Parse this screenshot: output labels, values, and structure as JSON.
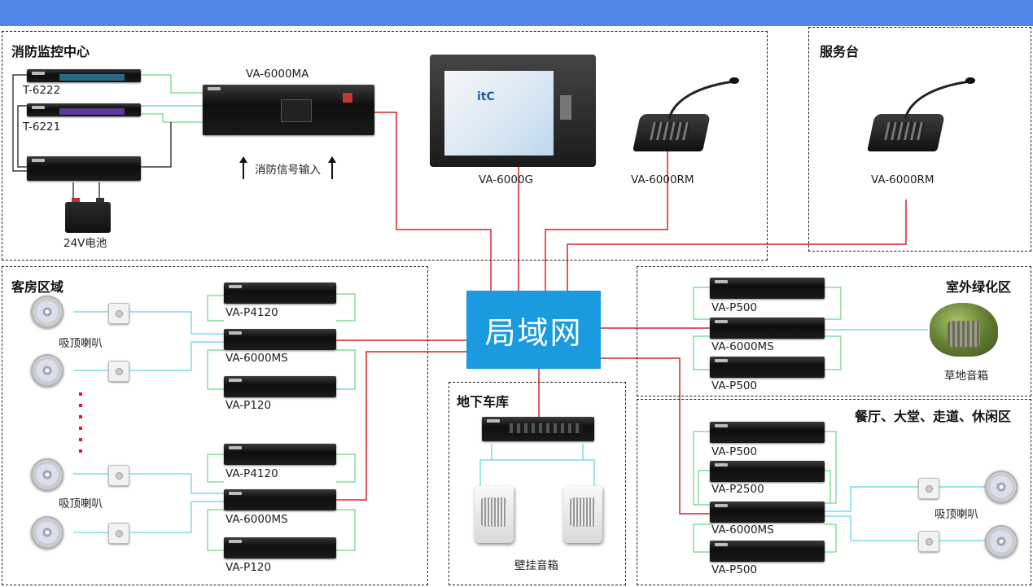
{
  "zones": {
    "fire_center": "消防监控中心",
    "service_desk": "服务台",
    "guest_rooms": "客房区域",
    "outdoor_green": "室外绿化区",
    "underground_garage": "地下车库",
    "dining_lobby": "餐厅、大堂、走道、休闲区"
  },
  "network_label": "局域网",
  "labels": {
    "t6222": "T-6222",
    "t6221": "T-6221",
    "battery": "24V电池",
    "va6000ma": "VA-6000MA",
    "fire_signal": "消防信号输入",
    "va6000g": "VA-6000G",
    "rm_center": "VA-6000RM",
    "rm_service": "VA-6000RM",
    "ceiling_spk_1": "吸顶喇叭",
    "ceiling_spk_2": "吸顶喇叭",
    "ceiling_spk_3": "吸顶喇叭",
    "guest_p4120_a": "VA-P4120",
    "guest_ms_a": "VA-6000MS",
    "guest_p120_a": "VA-P120",
    "guest_p4120_b": "VA-P4120",
    "guest_ms_b": "VA-6000MS",
    "guest_p120_b": "VA-P120",
    "out_p500_a": "VA-P500",
    "out_ms": "VA-6000MS",
    "out_p500_b": "VA-P500",
    "lawn_speaker": "草地音箱",
    "wall_speaker": "壁挂音箱",
    "din_p500_a": "VA-P500",
    "din_p2500": "VA-P2500",
    "din_ms": "VA-6000MS",
    "din_p500_b": "VA-P500"
  },
  "colors": {
    "header": "#4f86e8",
    "network": "#1a9be0",
    "red_wire": "#d2232a",
    "cyan_wire": "#5fd3e0",
    "green_wire": "#6fd38a"
  }
}
